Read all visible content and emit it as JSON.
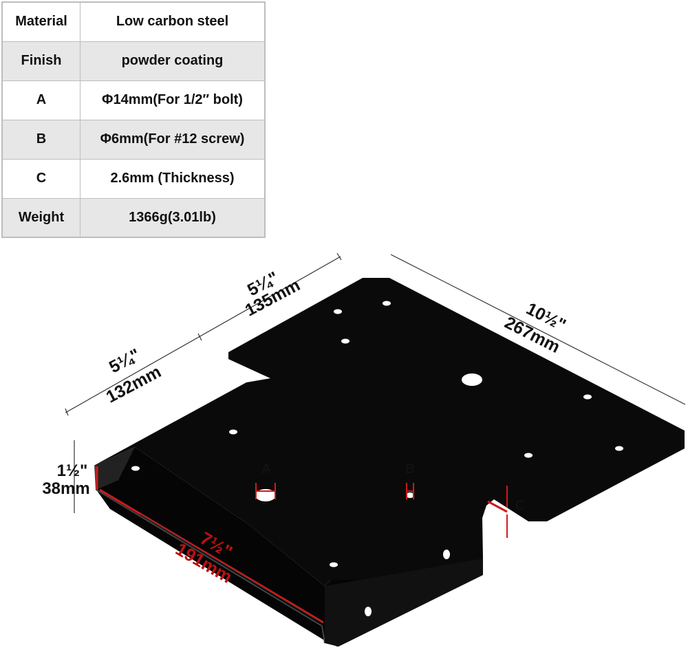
{
  "spec_table": {
    "rows": [
      {
        "key": "Material",
        "value": "Low carbon steel"
      },
      {
        "key": "Finish",
        "value": "powder coating"
      },
      {
        "key": "A",
        "value": "Φ14mm(For 1/2″ bolt)"
      },
      {
        "key": "B",
        "value": "Φ6mm(For #12 screw)"
      },
      {
        "key": "C",
        "value": "2.6mm (Thickness)"
      },
      {
        "key": "Weight",
        "value": "1366g(3.01lb)"
      }
    ]
  },
  "dimensions": {
    "top_left": {
      "inch": "5¼\"",
      "mm": "135mm"
    },
    "top_right": {
      "inch": "10½\"",
      "mm": "267mm"
    },
    "left": {
      "inch": "5¼\"",
      "mm": "132mm"
    },
    "height": {
      "inch": "1½\"",
      "mm": "38mm"
    },
    "bottom": {
      "inch": "7½\"",
      "mm": "191mm"
    }
  },
  "callouts": {
    "a": "A",
    "b": "B",
    "c": "C"
  },
  "colors": {
    "plate": "#0a0a0a",
    "highlight": "#d11a1a",
    "table_alt_row": "#e7e7e7"
  }
}
